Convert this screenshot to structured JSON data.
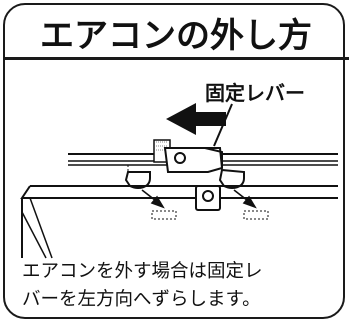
{
  "title": "エアコンの外し方",
  "diagram": {
    "lever_label": "固定レバー",
    "arrow_direction": "left"
  },
  "caption": {
    "line1": "エアコンを外す場合は固定レ",
    "line2": "バーを左方向へずらします。"
  }
}
